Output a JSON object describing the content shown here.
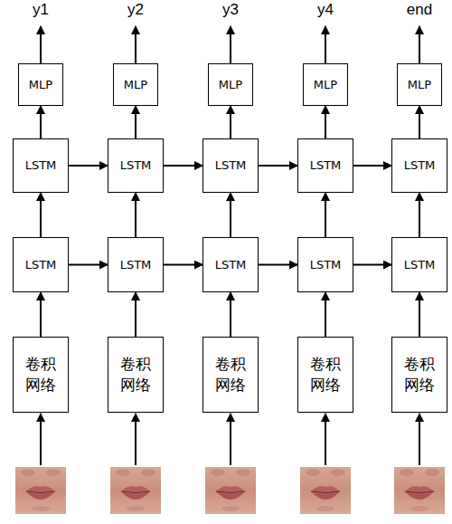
{
  "diagram": {
    "nodes": [
      {
        "text": [
          "MLP"
        ]
      },
      {
        "text": [
          "MLP"
        ]
      },
      {
        "text": [
          "MLP"
        ]
      },
      {
        "text": [
          "MLP"
        ]
      },
      {
        "text": [
          "MLP"
        ]
      },
      {
        "text": [
          "LSTM"
        ]
      },
      {
        "text": [
          "LSTM"
        ]
      },
      {
        "text": [
          "LSTM"
        ]
      },
      {
        "text": [
          "LSTM"
        ]
      },
      {
        "text": [
          "LSTM"
        ]
      },
      {
        "text": [
          "LSTM"
        ]
      },
      {
        "text": [
          "LSTM"
        ]
      },
      {
        "text": [
          "LSTM"
        ]
      },
      {
        "text": [
          "LSTM"
        ]
      },
      {
        "text": [
          "LSTM"
        ]
      },
      {
        "text": [
          "卷积 网络"
        ]
      },
      {
        "text": [
          "卷积 网络"
        ]
      },
      {
        "text": [
          "卷积 网络"
        ]
      },
      {
        "text": [
          "卷积 网络"
        ]
      },
      {
        "text": [
          "卷积 网络"
        ]
      }
    ],
    "edges": [
      {
        "from": 15,
        "to": 10,
        "arrow": "to"
      },
      {
        "from": 16,
        "to": 11,
        "arrow": "to"
      },
      {
        "from": 17,
        "to": 12,
        "arrow": "to"
      },
      {
        "from": 18,
        "to": 13,
        "arrow": "to"
      },
      {
        "from": 19,
        "to": 14,
        "arrow": "to"
      },
      {
        "from": 10,
        "to": 5,
        "arrow": "to"
      },
      {
        "from": 11,
        "to": 6,
        "arrow": "to"
      },
      {
        "from": 12,
        "to": 7,
        "arrow": "to"
      },
      {
        "from": 13,
        "to": 8,
        "arrow": "to"
      },
      {
        "from": 14,
        "to": 9,
        "arrow": "to"
      },
      {
        "from": 5,
        "to": 0,
        "arrow": "to"
      },
      {
        "from": 6,
        "to": 1,
        "arrow": "to"
      },
      {
        "from": 7,
        "to": 2,
        "arrow": "to"
      },
      {
        "from": 8,
        "to": 3,
        "arrow": "to"
      },
      {
        "from": 9,
        "to": 4,
        "arrow": "to"
      },
      {
        "from": 10,
        "to": 11,
        "arrow": "to"
      },
      {
        "from": 11,
        "to": 12,
        "arrow": "to"
      },
      {
        "from": 12,
        "to": 13,
        "arrow": "to"
      },
      {
        "from": 13,
        "to": 14,
        "arrow": "to"
      },
      {
        "from": 5,
        "to": 6,
        "arrow": "to"
      },
      {
        "from": 6,
        "to": 7,
        "arrow": "to"
      },
      {
        "from": 7,
        "to": 8,
        "arrow": "to"
      },
      {
        "from": 8,
        "to": 9,
        "arrow": "to"
      }
    ],
    "labels": [
      "y1",
      "y2",
      "y3",
      "y4",
      "end"
    ]
  }
}
